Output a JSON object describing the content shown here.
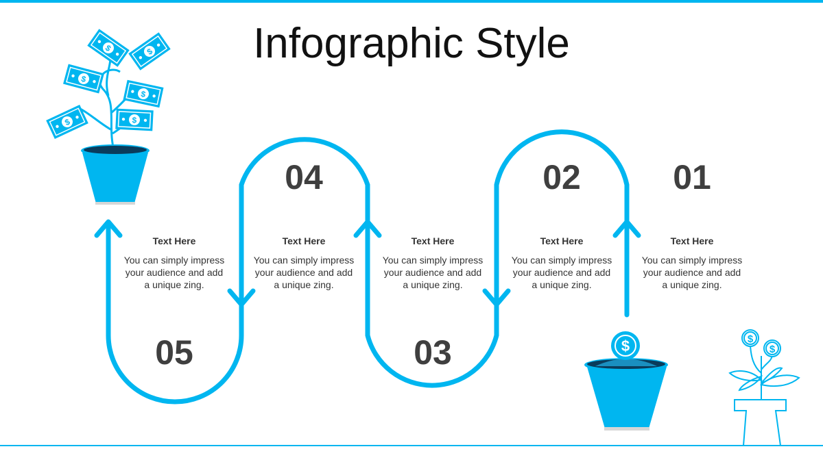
{
  "title": "Infographic Style",
  "colors": {
    "accent": "#00b6f0",
    "text": "#3f3f3f"
  },
  "steps": [
    {
      "number": "01",
      "heading": "Text Here",
      "body": "You can simply impress your audience and add a unique zing."
    },
    {
      "number": "02",
      "heading": "Text Here",
      "body": "You can simply impress your audience and add a unique zing."
    },
    {
      "number": "03",
      "heading": "Text Here",
      "body": "You can simply impress your audience and add a unique zing."
    },
    {
      "number": "04",
      "heading": "Text Here",
      "body": "You can simply impress your audience and add a unique zing."
    },
    {
      "number": "05",
      "heading": "Text Here",
      "body": "You can simply impress your audience and add a unique zing."
    }
  ],
  "icons": [
    "money-tree-pot-icon",
    "coin-pot-icon",
    "coin-plant-outline-icon",
    "dollar-bill-icon",
    "dollar-coin-icon"
  ]
}
